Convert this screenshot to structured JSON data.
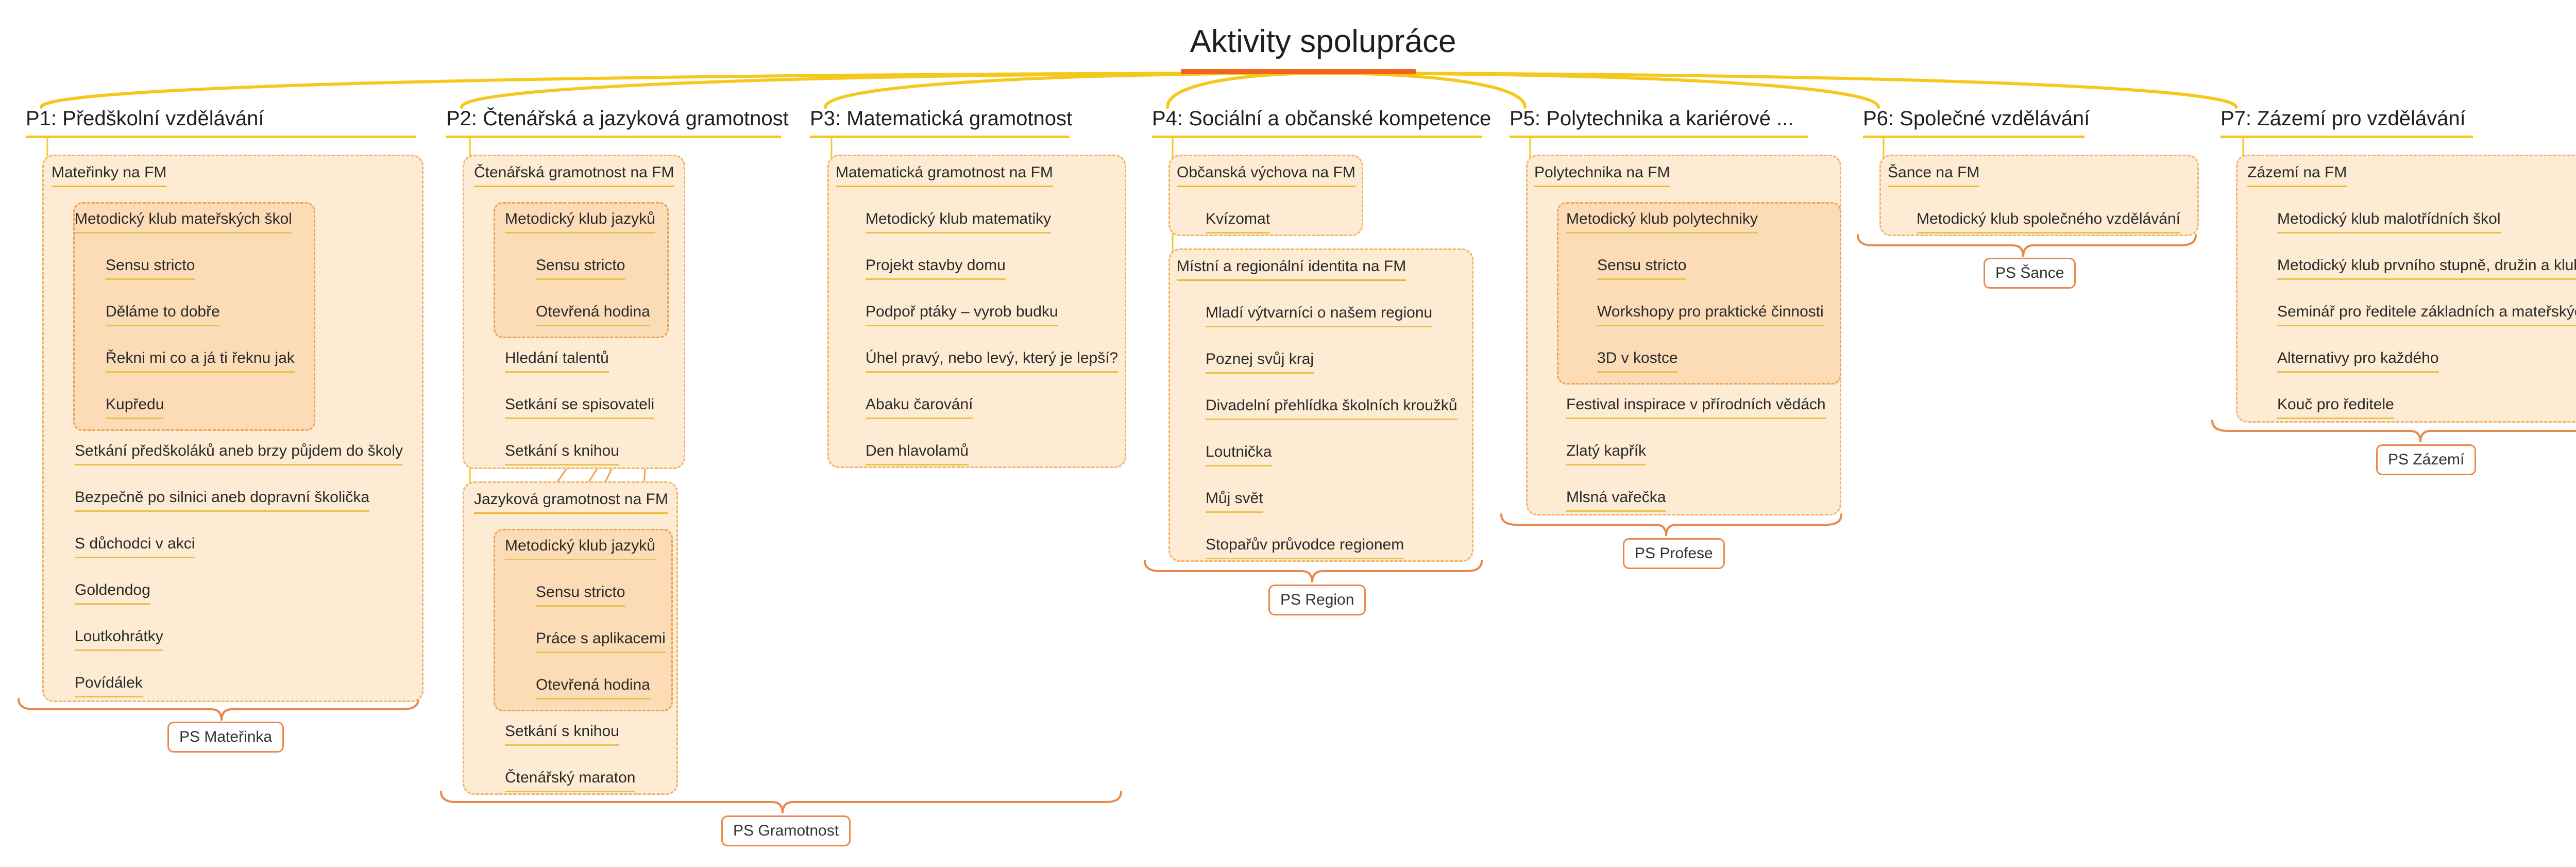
{
  "title": "Aktivity spolupráce",
  "colors": {
    "accent": "#f0641e",
    "branch_line": "#f5c81e",
    "group_fill": "#fdebd3",
    "group_border": "#f2b46a",
    "summary_line": "#e88a4c"
  },
  "branches": [
    {
      "label": "P1: Předškolní vzdělávání",
      "summary": "PS Mateřinka",
      "groups": [
        {
          "label": "Mateřinky na FM",
          "items": [
            {
              "label": "Metodický klub mateřských škol",
              "children": [
                "Sensu stricto",
                "Děláme to dobře",
                "Řekni mi co a já ti řeknu jak",
                "Kupředu"
              ]
            },
            {
              "label": "Setkání předškoláků aneb brzy půjdem do školy"
            },
            {
              "label": "Bezpečně po silnici aneb dopravní školička"
            },
            {
              "label": "S důchodci v akci"
            },
            {
              "label": "Goldendog"
            },
            {
              "label": "Loutkohrátky"
            },
            {
              "label": "Povídálek"
            }
          ]
        }
      ]
    },
    {
      "label": "P2: Čtenářská a jazyková gramotnost",
      "summary": "PS Gramotnost",
      "groups": [
        {
          "label": "Čtenářská gramotnost na FM",
          "items": [
            {
              "label": "Metodický klub jazyků",
              "children": [
                "Sensu stricto",
                "Otevřená hodina"
              ]
            },
            {
              "label": "Hledání talentů"
            },
            {
              "label": "Setkání se spisovateli"
            },
            {
              "label": "Setkání s knihou"
            }
          ]
        },
        {
          "label": "Jazyková gramotnost na FM",
          "items": [
            {
              "label": "Metodický klub jazyků",
              "children": [
                "Sensu stricto",
                "Práce s aplikacemi",
                "Otevřená hodina"
              ]
            },
            {
              "label": "Setkání s knihou"
            },
            {
              "label": "Čtenářský maraton"
            }
          ]
        }
      ]
    },
    {
      "label": "P3: Matematická gramotnost",
      "summary": "",
      "groups": [
        {
          "label": "Matematická gramotnost na FM",
          "items": [
            {
              "label": "Metodický klub matematiky"
            },
            {
              "label": "Projekt stavby domu"
            },
            {
              "label": "Podpoř ptáky – vyrob budku"
            },
            {
              "label": "Úhel pravý, nebo levý, který je lepší?"
            },
            {
              "label": "Abaku čarování"
            },
            {
              "label": "Den hlavolamů"
            }
          ]
        }
      ]
    },
    {
      "label": "P4: Sociální a občanské kompetence",
      "summary": "PS Region",
      "groups": [
        {
          "label": "Občanská výchova na FM",
          "items": [
            {
              "label": "Kvízomat"
            }
          ]
        },
        {
          "label": "Místní a regionální identita na FM",
          "items": [
            {
              "label": "Mladí výtvarníci o našem regionu"
            },
            {
              "label": "Poznej svůj kraj"
            },
            {
              "label": "Divadelní přehlídka školních kroužků"
            },
            {
              "label": "Loutnička"
            },
            {
              "label": "Můj svět"
            },
            {
              "label": "Stopařův průvodce regionem"
            }
          ]
        }
      ]
    },
    {
      "label": "P5: Polytechnika a kariérové ...",
      "summary": "PS Profese",
      "groups": [
        {
          "label": "Polytechnika na FM",
          "items": [
            {
              "label": "Metodický klub polytechniky",
              "children": [
                "Sensu stricto",
                "Workshopy pro praktické činnosti",
                "3D v kostce"
              ]
            },
            {
              "label": "Festival inspirace v přírodních vědách"
            },
            {
              "label": "Zlatý kapřík"
            },
            {
              "label": "Mlsná vařečka"
            }
          ]
        }
      ]
    },
    {
      "label": "P6: Společné vzdělávání",
      "summary": "PS Šance",
      "groups": [
        {
          "label": "Šance na FM",
          "items": [
            {
              "label": "Metodický klub společného vzdělávání"
            }
          ]
        }
      ]
    },
    {
      "label": "P7: Zázemí pro vzdělávání",
      "summary": "PS Zázemí",
      "groups": [
        {
          "label": "Zázemí na FM",
          "items": [
            {
              "label": "Metodický klub malotřídních škol"
            },
            {
              "label": "Metodický klub prvního stupně, družin a klubů"
            },
            {
              "label": "Seminář pro ředitele základních a mateřských škol"
            },
            {
              "label": "Alternativy pro každého"
            },
            {
              "label": "Kouč pro ředitele"
            }
          ]
        }
      ]
    }
  ]
}
